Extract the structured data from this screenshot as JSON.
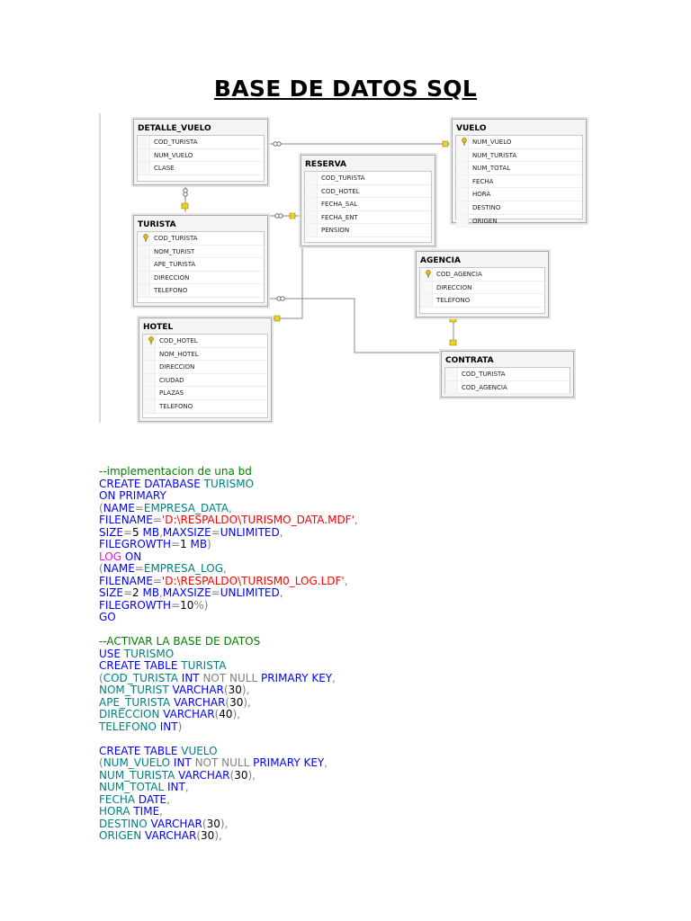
{
  "title": "BASE DE DATOS SQL",
  "colors": {
    "comment": "#008000",
    "keyword": "#0000ff",
    "identifier": "#008080",
    "string": "#ff0000",
    "operator": "#808080",
    "system": "#ff00ff",
    "text": "#000000"
  },
  "diagram": {
    "tables": [
      {
        "id": "detalle_vuelo",
        "name": "DETALLE_VUELO",
        "columns": [
          {
            "name": "COD_TURISTA",
            "pk": false
          },
          {
            "name": "NUM_VUELO",
            "pk": false
          },
          {
            "name": "CLASE",
            "pk": false
          }
        ]
      },
      {
        "id": "reserva",
        "name": "RESERVA",
        "columns": [
          {
            "name": "COD_TURISTA",
            "pk": false
          },
          {
            "name": "COD_HOTEL",
            "pk": false
          },
          {
            "name": "FECHA_SAL",
            "pk": false
          },
          {
            "name": "FECHA_ENT",
            "pk": false
          },
          {
            "name": "PENSION",
            "pk": false
          }
        ]
      },
      {
        "id": "vuelo",
        "name": "VUELO",
        "columns": [
          {
            "name": "NUM_VUELO",
            "pk": true
          },
          {
            "name": "NUM_TURISTA",
            "pk": false
          },
          {
            "name": "NUM_TOTAL",
            "pk": false
          },
          {
            "name": "FECHA",
            "pk": false
          },
          {
            "name": "HORA",
            "pk": false
          },
          {
            "name": "DESTINO",
            "pk": false
          },
          {
            "name": "ORIGEN",
            "pk": false
          }
        ]
      },
      {
        "id": "turista",
        "name": "TURISTA",
        "columns": [
          {
            "name": "COD_TURISTA",
            "pk": true
          },
          {
            "name": "NOM_TURIST",
            "pk": false
          },
          {
            "name": "APE_TURISTA",
            "pk": false
          },
          {
            "name": "DIRECCION",
            "pk": false
          },
          {
            "name": "TELEFONO",
            "pk": false
          }
        ]
      },
      {
        "id": "agencia",
        "name": "AGENCIA",
        "columns": [
          {
            "name": "COD_AGENCIA",
            "pk": true
          },
          {
            "name": "DIRECCION",
            "pk": false
          },
          {
            "name": "TELEFONO",
            "pk": false
          }
        ]
      },
      {
        "id": "hotel",
        "name": "HOTEL",
        "columns": [
          {
            "name": "COD_HOTEL",
            "pk": true
          },
          {
            "name": "NOM_HOTEL",
            "pk": false
          },
          {
            "name": "DIRECCION",
            "pk": false
          },
          {
            "name": "CIUDAD",
            "pk": false
          },
          {
            "name": "PLAZAS",
            "pk": false
          },
          {
            "name": "TELEFONO",
            "pk": false
          }
        ]
      },
      {
        "id": "contrata",
        "name": "CONTRATA",
        "columns": [
          {
            "name": "COD_TURISTA",
            "pk": false
          },
          {
            "name": "COD_AGENCIA",
            "pk": false
          }
        ]
      }
    ]
  },
  "code": [
    [
      {
        "t": "--implementacion de una bd",
        "c": "comment"
      }
    ],
    [
      {
        "t": "CREATE DATABASE ",
        "c": "keyword"
      },
      {
        "t": "TURISMO",
        "c": "identifier"
      }
    ],
    [
      {
        "t": "ON PRIMARY",
        "c": "keyword"
      }
    ],
    [
      {
        "t": "(",
        "c": "operator"
      },
      {
        "t": "NAME",
        "c": "keyword"
      },
      {
        "t": "=",
        "c": "operator"
      },
      {
        "t": "EMPRESA_DATA",
        "c": "identifier"
      },
      {
        "t": ",",
        "c": "operator"
      }
    ],
    [
      {
        "t": "FILENAME",
        "c": "keyword"
      },
      {
        "t": "=",
        "c": "operator"
      },
      {
        "t": "'D:\\RESPALDO\\TURISMO_DATA.MDF'",
        "c": "string"
      },
      {
        "t": ",",
        "c": "operator"
      }
    ],
    [
      {
        "t": "SIZE",
        "c": "keyword"
      },
      {
        "t": "=",
        "c": "operator"
      },
      {
        "t": "5 ",
        "c": "text"
      },
      {
        "t": "MB",
        "c": "keyword"
      },
      {
        "t": ",",
        "c": "operator"
      },
      {
        "t": "MAXSIZE",
        "c": "keyword"
      },
      {
        "t": "=",
        "c": "operator"
      },
      {
        "t": "UNLIMITED",
        "c": "keyword"
      },
      {
        "t": ",",
        "c": "operator"
      }
    ],
    [
      {
        "t": "FILEGROWTH",
        "c": "keyword"
      },
      {
        "t": "=",
        "c": "operator"
      },
      {
        "t": "1 ",
        "c": "text"
      },
      {
        "t": "MB",
        "c": "keyword"
      },
      {
        "t": ")",
        "c": "operator"
      }
    ],
    [
      {
        "t": "LOG ",
        "c": "system"
      },
      {
        "t": "ON",
        "c": "keyword"
      }
    ],
    [
      {
        "t": "(",
        "c": "operator"
      },
      {
        "t": "NAME",
        "c": "keyword"
      },
      {
        "t": "=",
        "c": "operator"
      },
      {
        "t": "EMPRESA_LOG",
        "c": "identifier"
      },
      {
        "t": ",",
        "c": "operator"
      }
    ],
    [
      {
        "t": "FILENAME",
        "c": "keyword"
      },
      {
        "t": "=",
        "c": "operator"
      },
      {
        "t": "'D:\\RESPALDO\\TURISM0_LOG.LDF'",
        "c": "string"
      },
      {
        "t": ",",
        "c": "operator"
      }
    ],
    [
      {
        "t": "SIZE",
        "c": "keyword"
      },
      {
        "t": "=",
        "c": "operator"
      },
      {
        "t": "2 ",
        "c": "text"
      },
      {
        "t": "MB",
        "c": "keyword"
      },
      {
        "t": ",",
        "c": "operator"
      },
      {
        "t": "MAXSIZE",
        "c": "keyword"
      },
      {
        "t": "=",
        "c": "operator"
      },
      {
        "t": "UNLIMITED",
        "c": "keyword"
      },
      {
        "t": ",",
        "c": "operator"
      }
    ],
    [
      {
        "t": "FILEGROWTH",
        "c": "keyword"
      },
      {
        "t": "=",
        "c": "operator"
      },
      {
        "t": "10",
        "c": "text"
      },
      {
        "t": "%)",
        "c": "operator"
      }
    ],
    [
      {
        "t": "GO",
        "c": "keyword"
      }
    ],
    [],
    [
      {
        "t": "--ACTIVAR LA BASE DE DATOS",
        "c": "comment"
      }
    ],
    [
      {
        "t": "USE ",
        "c": "keyword"
      },
      {
        "t": "TURISMO",
        "c": "identifier"
      }
    ],
    [
      {
        "t": "CREATE TABLE ",
        "c": "keyword"
      },
      {
        "t": "TURISTA",
        "c": "identifier"
      }
    ],
    [
      {
        "t": "(",
        "c": "operator"
      },
      {
        "t": "COD_TURISTA ",
        "c": "identifier"
      },
      {
        "t": "INT ",
        "c": "keyword"
      },
      {
        "t": "NOT NULL ",
        "c": "operator"
      },
      {
        "t": "PRIMARY KEY",
        "c": "keyword"
      },
      {
        "t": ",",
        "c": "operator"
      }
    ],
    [
      {
        "t": "NOM_TURIST ",
        "c": "identifier"
      },
      {
        "t": "VARCHAR",
        "c": "keyword"
      },
      {
        "t": "(",
        "c": "operator"
      },
      {
        "t": "30",
        "c": "text"
      },
      {
        "t": "),",
        "c": "operator"
      }
    ],
    [
      {
        "t": "APE_TURISTA ",
        "c": "identifier"
      },
      {
        "t": "VARCHAR",
        "c": "keyword"
      },
      {
        "t": "(",
        "c": "operator"
      },
      {
        "t": "30",
        "c": "text"
      },
      {
        "t": "),",
        "c": "operator"
      }
    ],
    [
      {
        "t": "DIRECCION ",
        "c": "identifier"
      },
      {
        "t": "VARCHAR",
        "c": "keyword"
      },
      {
        "t": "(",
        "c": "operator"
      },
      {
        "t": "40",
        "c": "text"
      },
      {
        "t": "),",
        "c": "operator"
      }
    ],
    [
      {
        "t": "TELEFONO ",
        "c": "identifier"
      },
      {
        "t": "INT",
        "c": "keyword"
      },
      {
        "t": ")",
        "c": "operator"
      }
    ],
    [],
    [
      {
        "t": "CREATE TABLE ",
        "c": "keyword"
      },
      {
        "t": "VUELO",
        "c": "identifier"
      }
    ],
    [
      {
        "t": "(",
        "c": "operator"
      },
      {
        "t": "NUM_VUELO ",
        "c": "identifier"
      },
      {
        "t": "INT ",
        "c": "keyword"
      },
      {
        "t": "NOT NULL ",
        "c": "operator"
      },
      {
        "t": "PRIMARY KEY",
        "c": "keyword"
      },
      {
        "t": ",",
        "c": "operator"
      }
    ],
    [
      {
        "t": "NUM_TURISTA ",
        "c": "identifier"
      },
      {
        "t": "VARCHAR",
        "c": "keyword"
      },
      {
        "t": "(",
        "c": "operator"
      },
      {
        "t": "30",
        "c": "text"
      },
      {
        "t": "),",
        "c": "operator"
      }
    ],
    [
      {
        "t": "NUM_TOTAL ",
        "c": "identifier"
      },
      {
        "t": "INT",
        "c": "keyword"
      },
      {
        "t": ",",
        "c": "operator"
      }
    ],
    [
      {
        "t": "FECHA ",
        "c": "identifier"
      },
      {
        "t": "DATE",
        "c": "keyword"
      },
      {
        "t": ",",
        "c": "operator"
      }
    ],
    [
      {
        "t": "HORA ",
        "c": "identifier"
      },
      {
        "t": "TIME",
        "c": "keyword"
      },
      {
        "t": ",",
        "c": "operator"
      }
    ],
    [
      {
        "t": "DESTINO ",
        "c": "identifier"
      },
      {
        "t": "VARCHAR",
        "c": "keyword"
      },
      {
        "t": "(",
        "c": "operator"
      },
      {
        "t": "30",
        "c": "text"
      },
      {
        "t": "),",
        "c": "operator"
      }
    ],
    [
      {
        "t": "ORIGEN ",
        "c": "identifier"
      },
      {
        "t": "VARCHAR",
        "c": "keyword"
      },
      {
        "t": "(",
        "c": "operator"
      },
      {
        "t": "30",
        "c": "text"
      },
      {
        "t": "),",
        "c": "operator"
      }
    ]
  ]
}
